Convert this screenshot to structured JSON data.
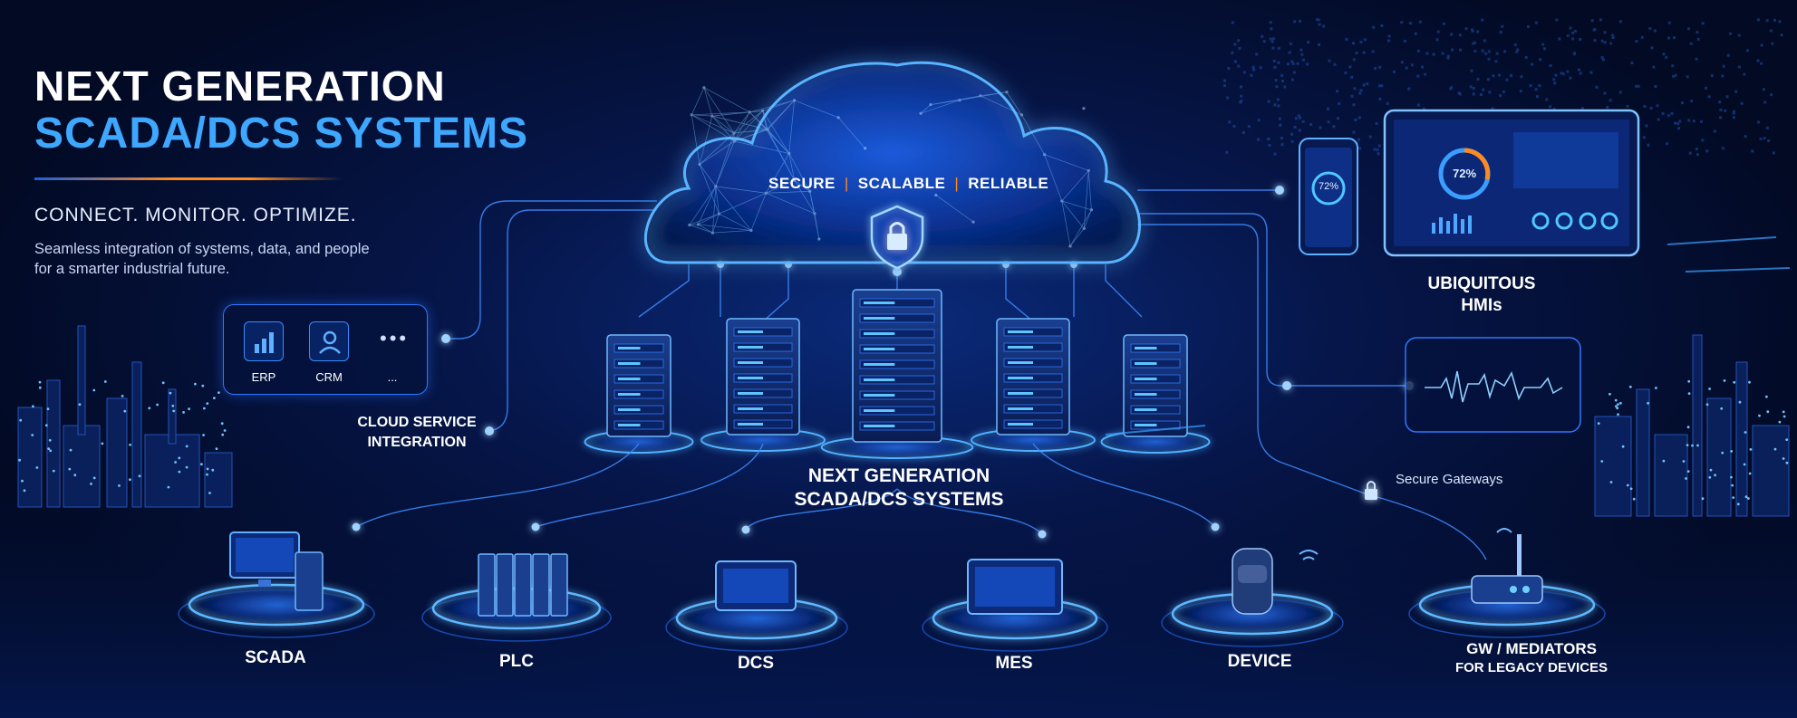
{
  "header": {
    "title_line1": "NEXT GENERATION",
    "title_line2": "SCADA/DCS SYSTEMS",
    "tagline": "CONNECT. MONITOR. OPTIMIZE.",
    "description": "Seamless integration of systems, data, and people for a smarter industrial future."
  },
  "cloud": {
    "features": [
      "SECURE",
      "SCALABLE",
      "RELIABLE"
    ],
    "icon": "padlock-shield-icon"
  },
  "cloud_service": {
    "apps": [
      {
        "label": "ERP",
        "icon": "bar-chart-icon"
      },
      {
        "label": "CRM",
        "icon": "user-icon"
      },
      {
        "label": "...",
        "icon": "more-icon"
      }
    ],
    "label_line1": "CLOUD SERVICE",
    "label_line2": "INTEGRATION"
  },
  "center": {
    "label_line1": "NEXT GENERATION",
    "label_line2": "SCADA/DCS SYSTEMS"
  },
  "hmi": {
    "gauge_value": "72%",
    "label_line1": "UBIQUITOUS",
    "label_line2": "HMIs"
  },
  "gateway": {
    "label": "Secure Gateways"
  },
  "nodes": [
    {
      "label": "SCADA"
    },
    {
      "label": "PLC"
    },
    {
      "label": "DCS"
    },
    {
      "label": "MES"
    },
    {
      "label": "DEVICE"
    },
    {
      "label": "GW / MEDIATORS",
      "sublabel": "FOR LEGACY DEVICES"
    }
  ],
  "colors": {
    "accent": "#3ea7ff",
    "glow": "#2f78ff",
    "highlight": "#ff8a1f",
    "background": "#020a24"
  }
}
